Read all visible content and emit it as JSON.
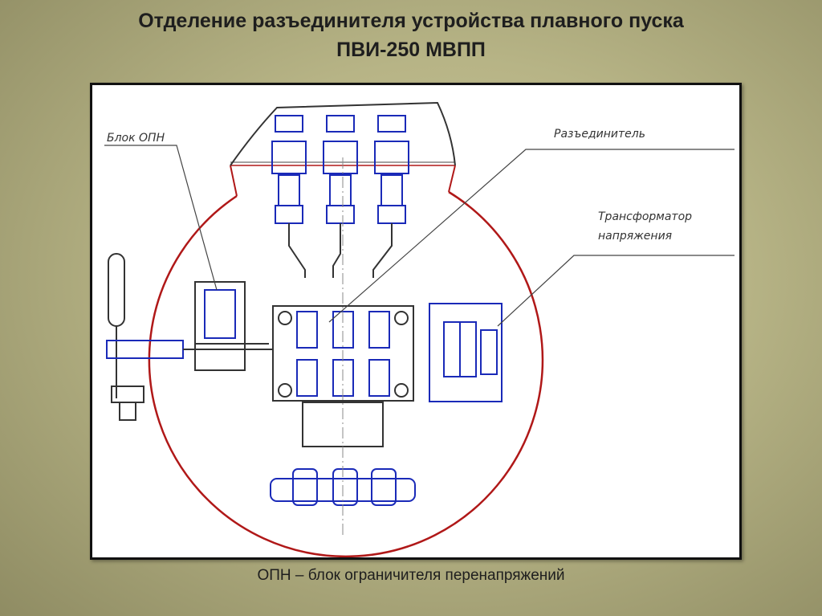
{
  "slide": {
    "title_line1": "Отделение разъединителя устройства плавного пуска",
    "title_line2": "ПВИ-250 МВПП",
    "caption": "ОПН – блок ограничителя перенапряжений"
  },
  "diagram": {
    "labels": {
      "opn_block": "Блок ОПН",
      "disconnector": "Разъединитель",
      "transformer_line1": "Трансформатор",
      "transformer_line2": "напряжения"
    }
  },
  "colors": {
    "casing": "#b01818",
    "parts": "#1a2ab8",
    "lines": "#333333",
    "background": "#b7b486"
  }
}
